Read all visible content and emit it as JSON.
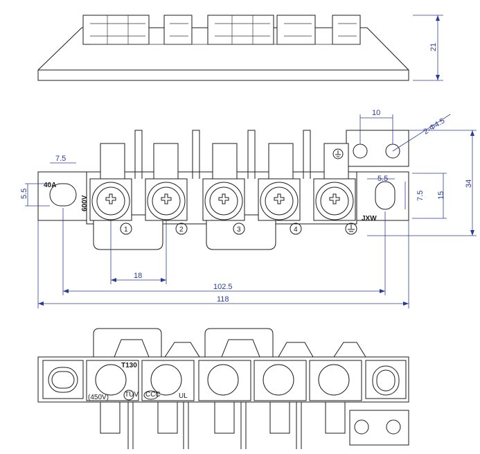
{
  "dimensions": {
    "height_side": "21",
    "spacing_top_holes": "10",
    "hole_dia": "2-Φ4.5",
    "slot_w": "7.5",
    "slot_h": "5.5",
    "pitch": "18",
    "mount_span": "102.5",
    "overall_len": "118",
    "overall_h": "34",
    "inner_h": "15",
    "right_slot_w": "5.5",
    "right_slot_h": "7.5"
  },
  "labels": {
    "rating_current": "40A",
    "rating_voltage": "600V",
    "pos1": "1",
    "pos2": "2",
    "pos3": "3",
    "pos4": "4",
    "brand": "JXW",
    "temp": "T130",
    "volt_bottom": "(450V)",
    "cert1": "TÜV",
    "cert2": "CCC",
    "cert3": "UL"
  },
  "colors": {
    "line": "#1a1a1a",
    "dimension": "#2a3a9a"
  }
}
